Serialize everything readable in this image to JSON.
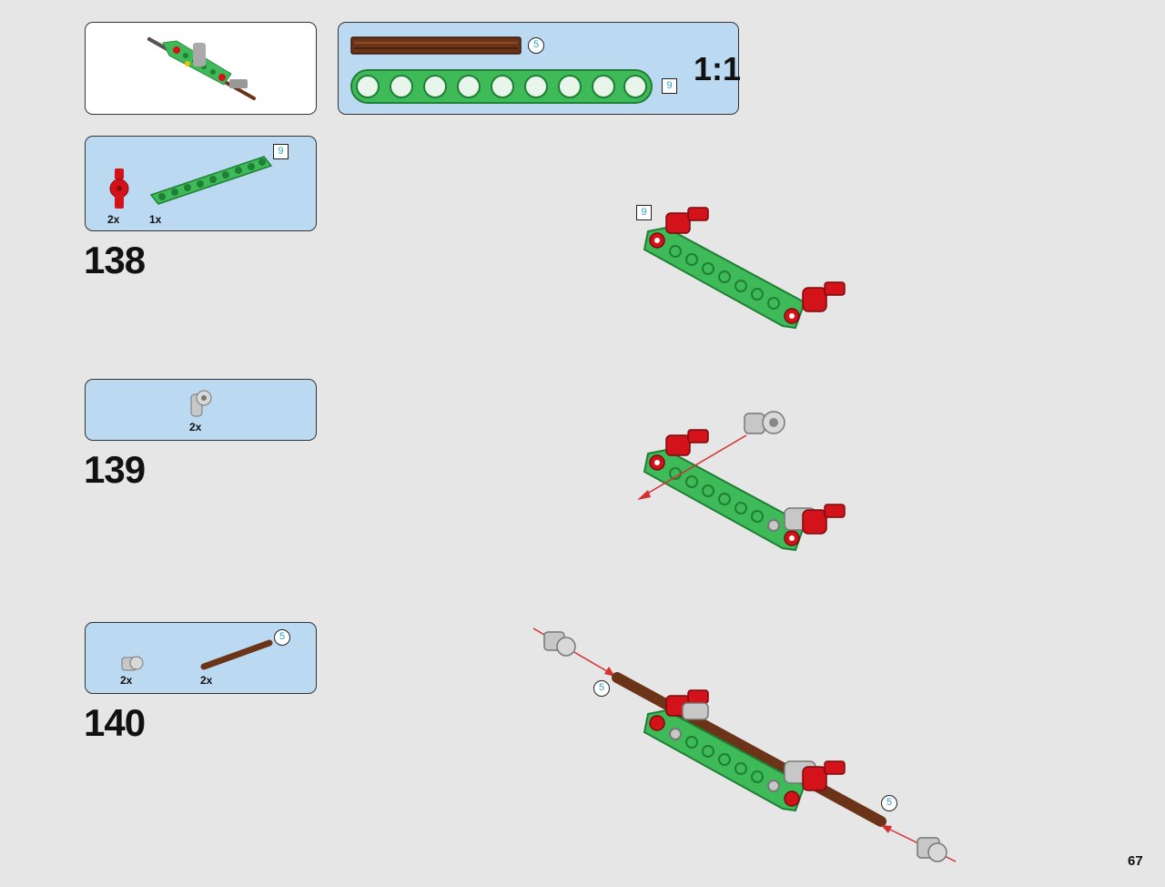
{
  "scale_label": "1:1",
  "page_number": "67",
  "length_callout": {
    "axle_length": "5",
    "beam_length": "9"
  },
  "steps": [
    {
      "number": "138",
      "parts": [
        {
          "name": "red axle connector",
          "qty": "2x"
        },
        {
          "name": "green 9L beam",
          "qty": "1x",
          "length": "9"
        }
      ],
      "callouts": [
        "9"
      ]
    },
    {
      "number": "139",
      "parts": [
        {
          "name": "grey connector",
          "qty": "2x"
        }
      ]
    },
    {
      "number": "140",
      "parts": [
        {
          "name": "grey bush",
          "qty": "2x"
        },
        {
          "name": "brown axle 5",
          "qty": "2x",
          "length": "5"
        }
      ],
      "callouts": [
        "5",
        "5"
      ]
    }
  ],
  "colors": {
    "green": "#3fba58",
    "red": "#d4121a",
    "brown": "#6b3418",
    "grey": "#b9b9b9",
    "callout_blue": "#bcd9f2",
    "arrow_red": "#d33030"
  }
}
